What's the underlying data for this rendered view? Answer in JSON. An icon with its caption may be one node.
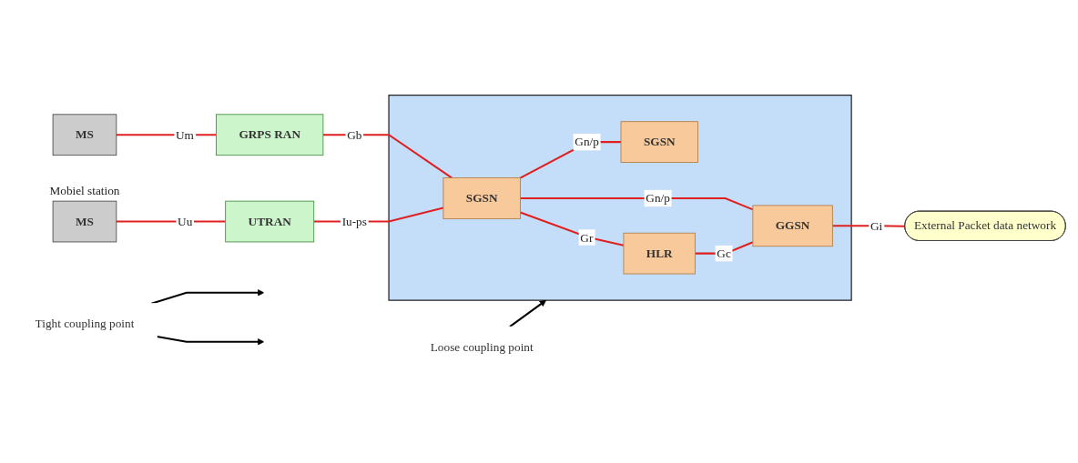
{
  "diagram": {
    "nodes": [
      {
        "text": [],
        "shape": "box"
      },
      {
        "text": [
          "MS"
        ],
        "beside": [
          "Mobiel station"
        ]
      },
      {
        "text": [
          "MS"
        ]
      },
      {
        "text": [
          "UTRAN"
        ]
      },
      {
        "text": [
          "GRPS RAN"
        ]
      },
      {
        "text": [
          "HLR"
        ],
        "in": 0
      },
      {
        "text": [
          "SGSN"
        ],
        "in": 0
      },
      {
        "text": [
          "GGSN"
        ],
        "in": 0
      },
      {
        "text": [
          "SGSN"
        ],
        "in": 0
      },
      {
        "text": [
          "Loose coupling point"
        ]
      },
      {
        "text": [
          "External Packet data network"
        ]
      },
      {
        "text": [
          "Tight coupling point"
        ]
      }
    ],
    "edges": [
      {
        "from": 1,
        "to": 3,
        "arrow": "none",
        "label": "Uu"
      },
      {
        "from": 2,
        "to": 4,
        "arrow": "none",
        "label": "Um"
      },
      {
        "from": 3,
        "to": 6,
        "arrow": "none",
        "label": "Iu-ps"
      },
      {
        "from": 4,
        "to": 6,
        "arrow": "none",
        "label": "Gb"
      },
      {
        "from": 6,
        "to": 5,
        "arrow": "none",
        "label": "Gr"
      },
      {
        "from": 5,
        "to": 7,
        "arrow": "none",
        "label": "Gc"
      },
      {
        "from": 6,
        "to": 7,
        "arrow": "none",
        "label": "Gn/p"
      },
      {
        "from": 6,
        "to": 8,
        "arrow": "none",
        "label": "Gn/p"
      },
      {
        "from": 7,
        "to": 10,
        "arrow": "none",
        "label": "Gi"
      },
      {
        "from": 9,
        "to": 0,
        "arrow": "to",
        "color": "#000000"
      },
      {
        "from": 11,
        "to": null,
        "arrow": "to",
        "color": "#000000"
      },
      {
        "from": 11,
        "to": null,
        "arrow": "to",
        "color": "#000000"
      }
    ]
  }
}
